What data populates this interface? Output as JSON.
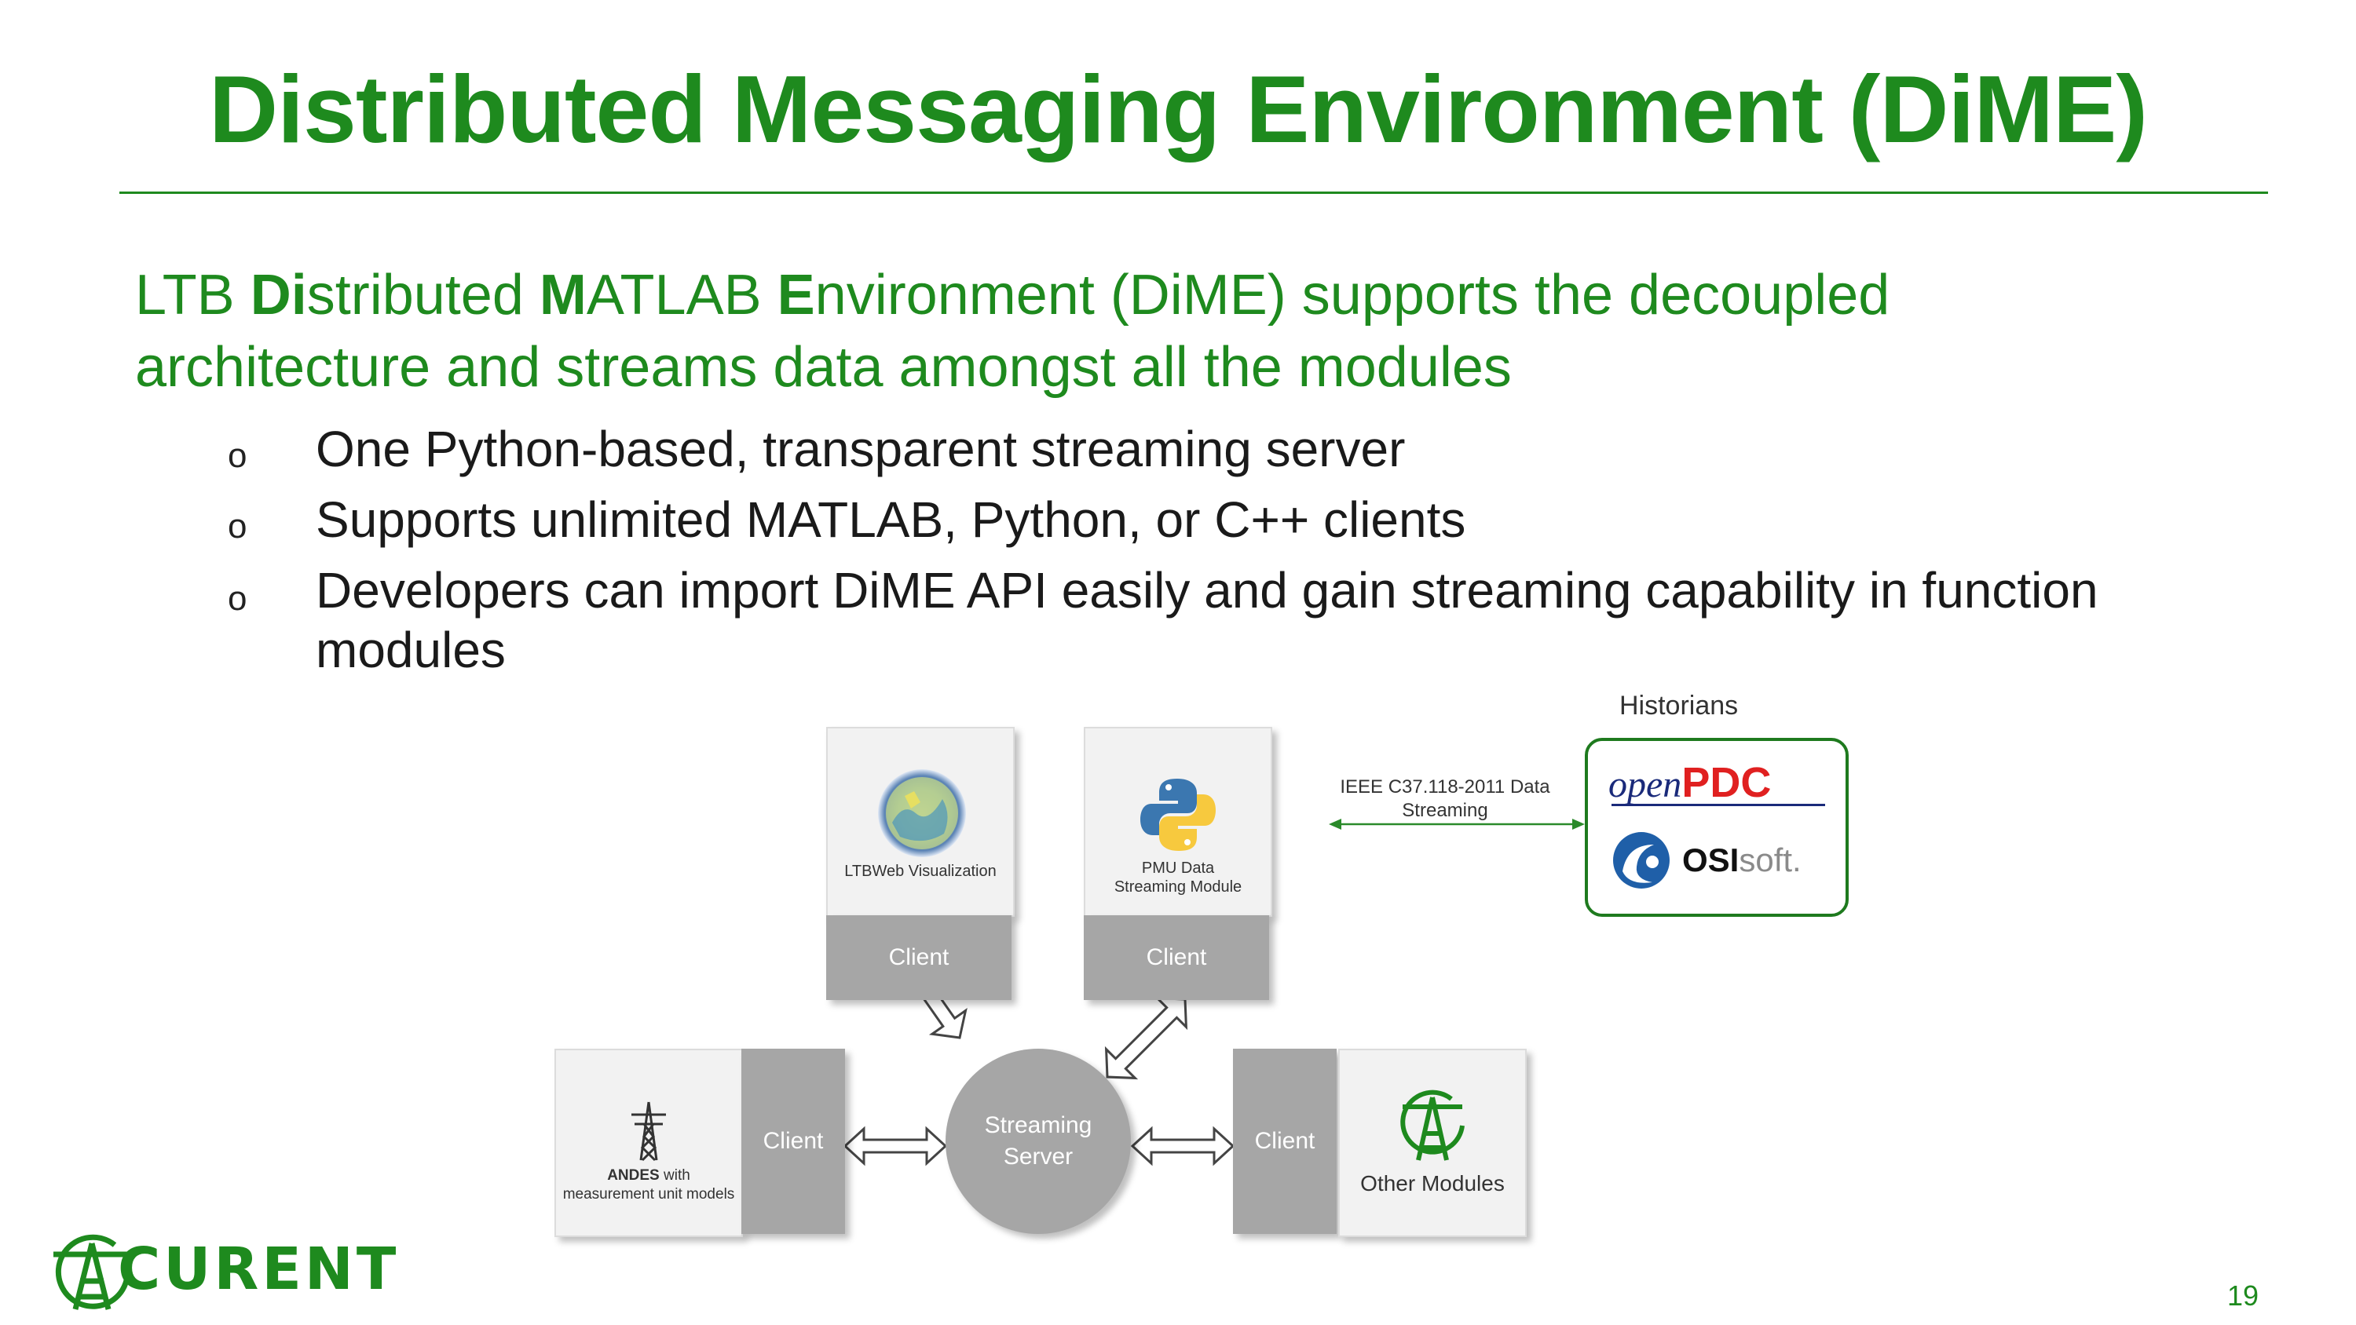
{
  "slide": {
    "title": "Distributed Messaging Environment (DiME)",
    "intro": {
      "p1": "LTB ",
      "b1": "Di",
      "p2": "stributed ",
      "b2": "M",
      "p3": "ATLAB ",
      "b3": "E",
      "p4": "nvironment (DiME) supports the decoupled",
      "line2": "architecture and streams data amongst all the modules"
    },
    "bullet_marker": "o",
    "bullets": [
      "One Python-based, transparent streaming server",
      "Supports unlimited MATLAB, Python, or C++ clients",
      "Developers can import DiME API easily and gain streaming capability in function",
      "modules"
    ],
    "page_number": "19"
  },
  "diagram": {
    "server_line1": "Streaming",
    "server_line2": "Server",
    "client_label": "Client",
    "modules": {
      "ltbweb": "LTBWeb Visualization",
      "pmu_line1": "PMU Data",
      "pmu_line2": "Streaming Module",
      "andes_bold": "ANDES",
      "andes_rest1": " with",
      "andes_line2": "measurement unit models",
      "other": "Other Modules"
    },
    "ieee_line1": "IEEE C37.118-2011 Data",
    "ieee_line2": "Streaming",
    "historians": {
      "title": "Historians",
      "openpdc_open": "open",
      "openpdc_pdc": "PDC",
      "osisoft_bold": "OSI",
      "osisoft_rest": "soft."
    }
  },
  "logo": {
    "text": "CURENT"
  },
  "colors": {
    "title_green": "#1e8a1e",
    "client_gray": "#a6a6a6",
    "openpdc_red": "#e02020",
    "openpdc_navy": "#1a2a7a",
    "osisoft_blue": "#1f5fa8"
  },
  "icons": [
    "globe-map-icon",
    "python-logo-icon",
    "transmission-tower-icon",
    "curent-logo-icon",
    "osisoft-swirl-icon",
    "double-arrow-icon"
  ]
}
